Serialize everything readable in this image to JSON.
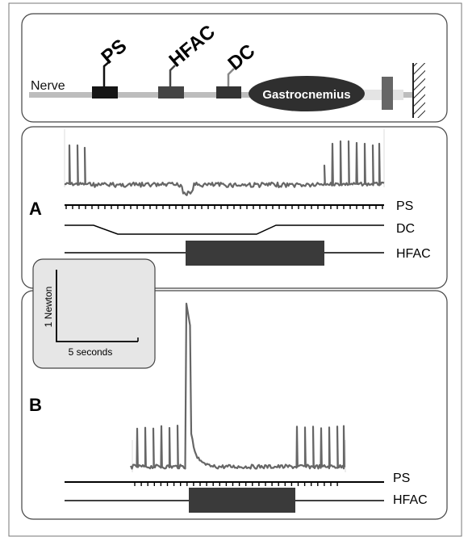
{
  "schematic": {
    "nerve_label": "Nerve",
    "electrodes": {
      "ps": "PS",
      "hfac": "HFAC",
      "dc": "DC"
    },
    "muscle_label": "Gastrocnemius"
  },
  "panel_a": {
    "letter": "A",
    "traces": {
      "ps": "PS",
      "dc": "DC",
      "hfac": "HFAC"
    }
  },
  "scale_bar": {
    "y_label": "1 Newton",
    "x_label": "5 seconds"
  },
  "panel_b": {
    "letter": "B",
    "traces": {
      "ps": "PS",
      "hfac": "HFAC"
    }
  },
  "colors": {
    "trace": "#666666",
    "block": "#3a3a3a",
    "panel_border": "#444444",
    "scale_box": "#e6e6e6"
  }
}
